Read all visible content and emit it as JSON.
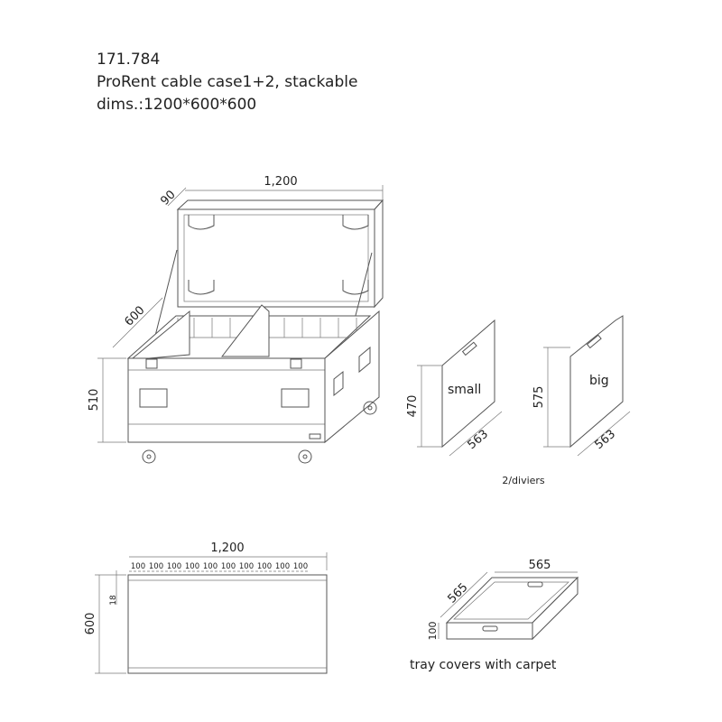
{
  "header": {
    "article_number": "171.784",
    "product_name": "ProRent cable case1+2, stackable",
    "dimensions": "dims.:1200*600*600"
  },
  "case_view": {
    "width": "1,200",
    "lid_depth": "90",
    "depth": "600",
    "height": "510"
  },
  "dividers": {
    "small": {
      "label": "small",
      "height": "470",
      "length": "563"
    },
    "big": {
      "label": "big",
      "height": "575",
      "length": "563"
    },
    "caption": "2/diviers"
  },
  "plan_view": {
    "width": "1,200",
    "slot_labels": [
      "100",
      "100",
      "100",
      "100",
      "100",
      "100",
      "100",
      "100",
      "100",
      "100"
    ],
    "wall": "18",
    "depth": "600"
  },
  "tray": {
    "width": "565",
    "depth": "565",
    "height": "100",
    "caption": "tray covers with carpet"
  }
}
